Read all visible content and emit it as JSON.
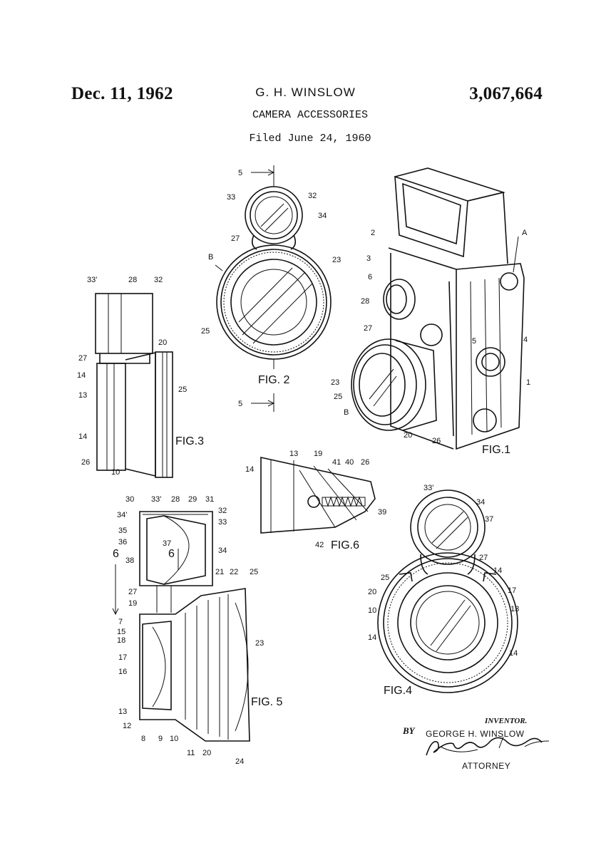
{
  "header": {
    "date": "Dec. 11, 1962",
    "inventor": "G. H. WINSLOW",
    "patent_number": "3,067,664",
    "title": "CAMERA ACCESSORIES",
    "filed": "Filed June 24, 1960"
  },
  "figures": {
    "fig1": "FIG.1",
    "fig2": "FIG. 2",
    "fig3": "FIG.3",
    "fig4": "FIG.4",
    "fig5": "FIG. 5",
    "fig6": "FIG.6"
  },
  "labels": {
    "fig1": [
      "2",
      "3",
      "6",
      "28",
      "27",
      "23",
      "25",
      "B",
      "20",
      "26",
      "5",
      "4",
      "1",
      "A"
    ],
    "fig2": [
      "5",
      "33",
      "32",
      "34",
      "27",
      "B",
      "23",
      "25",
      "5"
    ],
    "fig3": [
      "33'",
      "28",
      "32",
      "27",
      "20",
      "14",
      "13",
      "25",
      "14",
      "26",
      "10"
    ],
    "fig4": [
      "33'",
      "34",
      "37",
      "27",
      "14",
      "25",
      "20",
      "10",
      "17",
      "13",
      "14",
      "14"
    ],
    "fig5": [
      "30",
      "33'",
      "28",
      "29",
      "31",
      "32",
      "33",
      "34'",
      "35",
      "36",
      "37",
      "6",
      "6",
      "38",
      "34",
      "21",
      "22",
      "25",
      "27",
      "19",
      "7",
      "15",
      "18",
      "17",
      "16",
      "23",
      "13",
      "12",
      "8",
      "9",
      "10",
      "11",
      "20",
      "24"
    ],
    "fig6": [
      "13",
      "19",
      "41",
      "40",
      "26",
      "14",
      "39",
      "42"
    ]
  },
  "signature": {
    "inventor_title": "INVENTOR.",
    "inventor_name": "GEORGE H. WINSLOW",
    "by": "BY",
    "handwritten": "Alfred W. Petchaft",
    "attorney": "ATTORNEY"
  }
}
